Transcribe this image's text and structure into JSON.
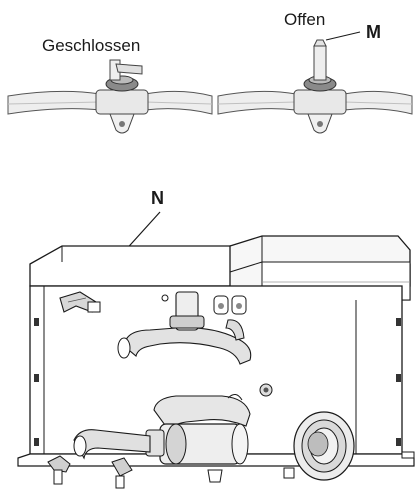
{
  "labels": {
    "closed": "Geschlossen",
    "open": "Offen",
    "marker_m": "M",
    "marker_n": "N"
  },
  "colors": {
    "line": "#1a1a1a",
    "tube": "#e6e6e6",
    "valve_ring": "#7a7a7a",
    "shade": "#cfcfcf"
  }
}
